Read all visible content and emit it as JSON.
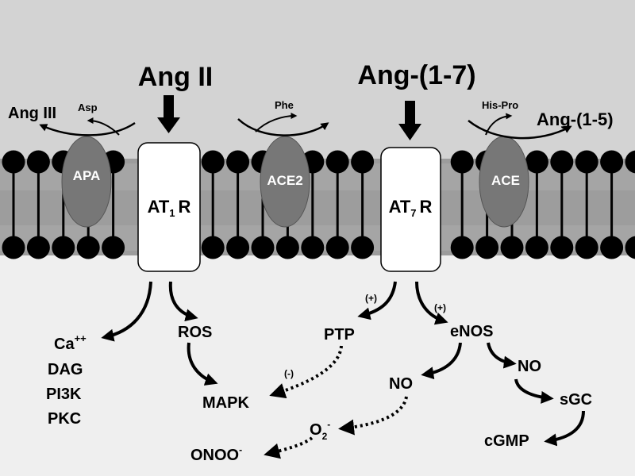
{
  "ligands": {
    "ang_ii": "Ang II",
    "ang_1_7": "Ang-(1-7)"
  },
  "products": {
    "ang_iii": "Ang III",
    "asp": "Asp",
    "phe": "Phe",
    "his_pro": "His-Pro",
    "ang_1_5": "Ang-(1-5)"
  },
  "enzymes": {
    "apa": "APA",
    "ace2": "ACE2",
    "ace": "ACE"
  },
  "receptors": {
    "at1": {
      "main": "AT",
      "sub": "1",
      "suffix": "R"
    },
    "at7": {
      "main": "AT",
      "sub": "7",
      "suffix": "R"
    }
  },
  "signals": {
    "ca": {
      "main": "Ca",
      "sup": "++"
    },
    "dag": "DAG",
    "pi3k": "PI3K",
    "pkc": "PKC",
    "ros": "ROS",
    "mapk": "MAPK",
    "ptp": "PTP",
    "enos": "eNOS",
    "no_left": "NO",
    "no_right": "NO",
    "sgc": "sGC",
    "cgmp": "cGMP",
    "o2": {
      "main": "O",
      "sub": "2",
      "sup": "-"
    },
    "onoo": {
      "main": "ONOO",
      "sup": "-"
    }
  },
  "modifiers": {
    "plus_ptp": "(+)",
    "plus_enos": "(+)",
    "minus_mapk": "(-)"
  },
  "colors": {
    "extracellular": "#d3d3d3",
    "membrane": "#9c9c9c",
    "intracellular": "#efefef",
    "enzyme": "#777777",
    "lipid_head": "#000000",
    "receptor": "#ffffff"
  }
}
